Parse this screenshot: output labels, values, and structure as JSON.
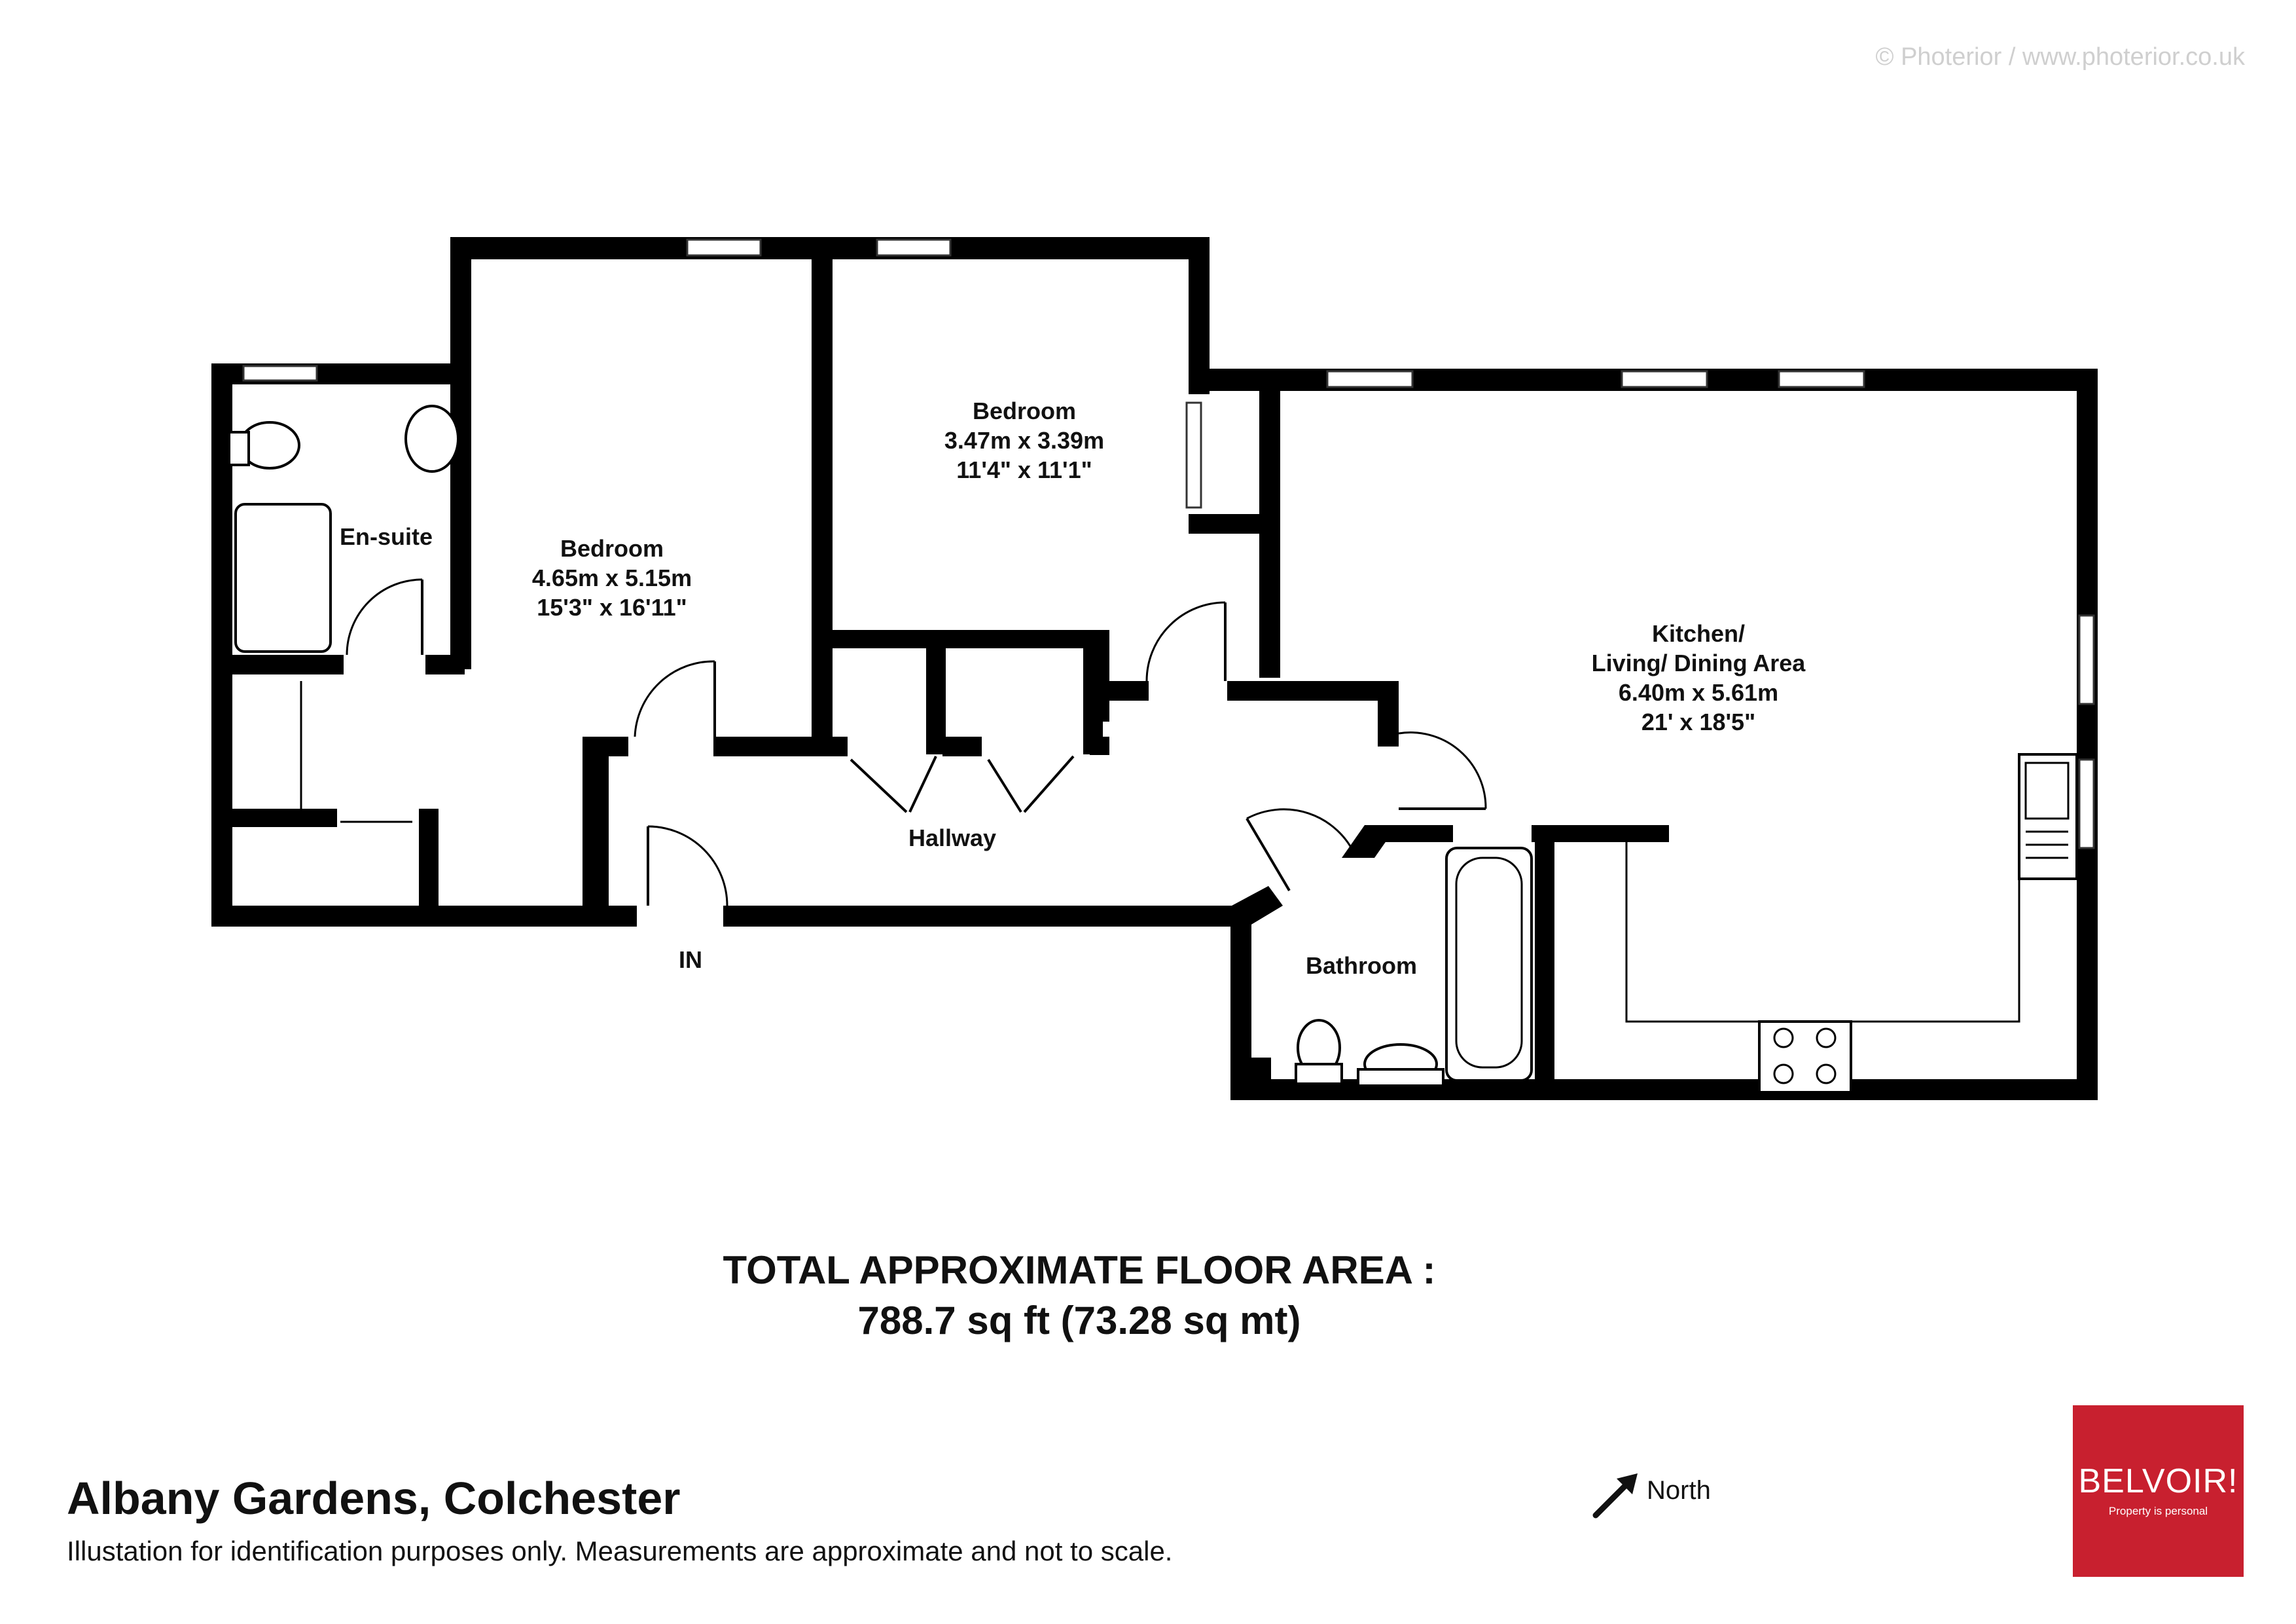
{
  "copyright": "© Photerior / www.photerior.co.uk",
  "rooms": {
    "bedroom_main": {
      "name": "Bedroom",
      "metric": "4.65m x 5.15m",
      "imperial": "15'3\"  x 16'11\""
    },
    "bedroom_second": {
      "name": "Bedroom",
      "metric": "3.47m x 3.39m",
      "imperial": "11'4\"  x 11'1\""
    },
    "kitchen": {
      "name_line1": "Kitchen/",
      "name_line2": "Living/ Dining Area",
      "metric": "6.40m x 5.61m",
      "imperial": "21'  x 18'5\""
    },
    "ensuite": {
      "name": "En-suite"
    },
    "hallway": {
      "name": "Hallway"
    },
    "bathroom": {
      "name": "Bathroom"
    },
    "entrance": {
      "name": "IN"
    }
  },
  "floor_area": {
    "heading": "TOTAL APPROXIMATE FLOOR AREA :",
    "value": "788.7 sq ft (73.28 sq mt)"
  },
  "property": {
    "title": "Albany Gardens, Colchester",
    "disclaimer": "Illustation for identification purposes only. Measurements are approximate and not to scale."
  },
  "compass": {
    "label": "North",
    "icon": "north-arrow-icon"
  },
  "logo": {
    "name": "BELVOIR!",
    "tagline": "Property is personal",
    "color": "#c8202f"
  }
}
